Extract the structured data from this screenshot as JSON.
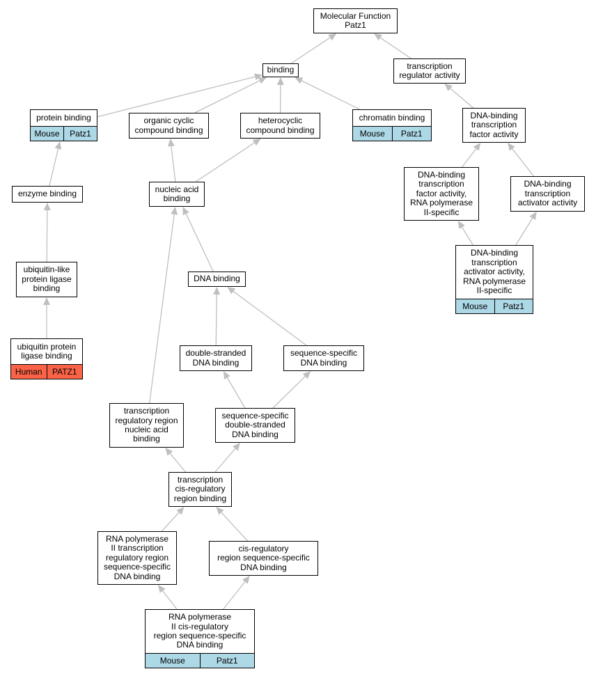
{
  "nodes": {
    "mf": {
      "label": "Molecular Function\nPatz1"
    },
    "trreg": {
      "label": "transcription\nregulator activity"
    },
    "binding": {
      "label": "binding"
    },
    "protein": {
      "label": "protein binding",
      "species": "Mouse",
      "gene": "Patz1"
    },
    "organic": {
      "label": "organic cyclic\ncompound binding"
    },
    "hetero": {
      "label": "heterocyclic\ncompound binding"
    },
    "chromatin": {
      "label": "chromatin binding",
      "species": "Mouse",
      "gene": "Patz1"
    },
    "dbtfa": {
      "label": "DNA-binding\ntranscription\nfactor activity"
    },
    "enzyme": {
      "label": "enzyme binding"
    },
    "nucleic": {
      "label": "nucleic acid\nbinding"
    },
    "dbtfa_pol2": {
      "label": "DNA-binding\ntranscription\nfactor activity,\nRNA polymerase\nII-specific"
    },
    "dbtaa": {
      "label": "DNA-binding\ntranscription\nactivator activity"
    },
    "ubl": {
      "label": "ubiquitin-like\nprotein ligase\nbinding"
    },
    "dna": {
      "label": "DNA binding"
    },
    "dbtaa_pol2": {
      "label": "DNA-binding\ntranscription\nactivator activity,\nRNA polymerase\nII-specific",
      "species": "Mouse",
      "gene": "Patz1"
    },
    "ubiq": {
      "label": "ubiquitin protein\nligase binding",
      "species": "Human",
      "gene": "PATZ1"
    },
    "ds": {
      "label": "double-stranded\nDNA binding"
    },
    "ss": {
      "label": "sequence-specific\nDNA binding"
    },
    "trrna": {
      "label": "transcription\nregulatory region\nnucleic acid\nbinding"
    },
    "ssds": {
      "label": "sequence-specific\ndouble-stranded\nDNA binding"
    },
    "cisreg": {
      "label": "transcription\ncis-regulatory\nregion binding"
    },
    "rnap2trr": {
      "label": "RNA polymerase\nII transcription\nregulatory region\nsequence-specific\nDNA binding"
    },
    "cisrss": {
      "label": "cis-regulatory\nregion sequence-specific\nDNA binding"
    },
    "rnap2cis": {
      "label": "RNA polymerase\nII cis-regulatory\nregion sequence-specific\nDNA binding",
      "species": "Mouse",
      "gene": "Patz1"
    }
  },
  "edges": [
    [
      "binding",
      "mf"
    ],
    [
      "trreg",
      "mf"
    ],
    [
      "protein",
      "binding"
    ],
    [
      "organic",
      "binding"
    ],
    [
      "hetero",
      "binding"
    ],
    [
      "chromatin",
      "binding"
    ],
    [
      "dbtfa",
      "trreg"
    ],
    [
      "enzyme",
      "protein"
    ],
    [
      "nucleic",
      "organic"
    ],
    [
      "nucleic",
      "hetero"
    ],
    [
      "dbtfa_pol2",
      "dbtfa"
    ],
    [
      "dbtaa",
      "dbtfa"
    ],
    [
      "ubl",
      "enzyme"
    ],
    [
      "dna",
      "nucleic"
    ],
    [
      "trrna",
      "nucleic"
    ],
    [
      "dbtaa_pol2",
      "dbtfa_pol2"
    ],
    [
      "dbtaa_pol2",
      "dbtaa"
    ],
    [
      "ubiq",
      "ubl"
    ],
    [
      "ds",
      "dna"
    ],
    [
      "ss",
      "dna"
    ],
    [
      "ssds",
      "ds"
    ],
    [
      "ssds",
      "ss"
    ],
    [
      "cisreg",
      "trrna"
    ],
    [
      "cisreg",
      "ssds"
    ],
    [
      "rnap2trr",
      "cisreg"
    ],
    [
      "cisrss",
      "cisreg"
    ],
    [
      "rnap2cis",
      "rnap2trr"
    ],
    [
      "rnap2cis",
      "cisrss"
    ]
  ],
  "colors": {
    "mouse": "#add8e6",
    "human": "#fa6347",
    "edge": "#bfbfbf"
  }
}
